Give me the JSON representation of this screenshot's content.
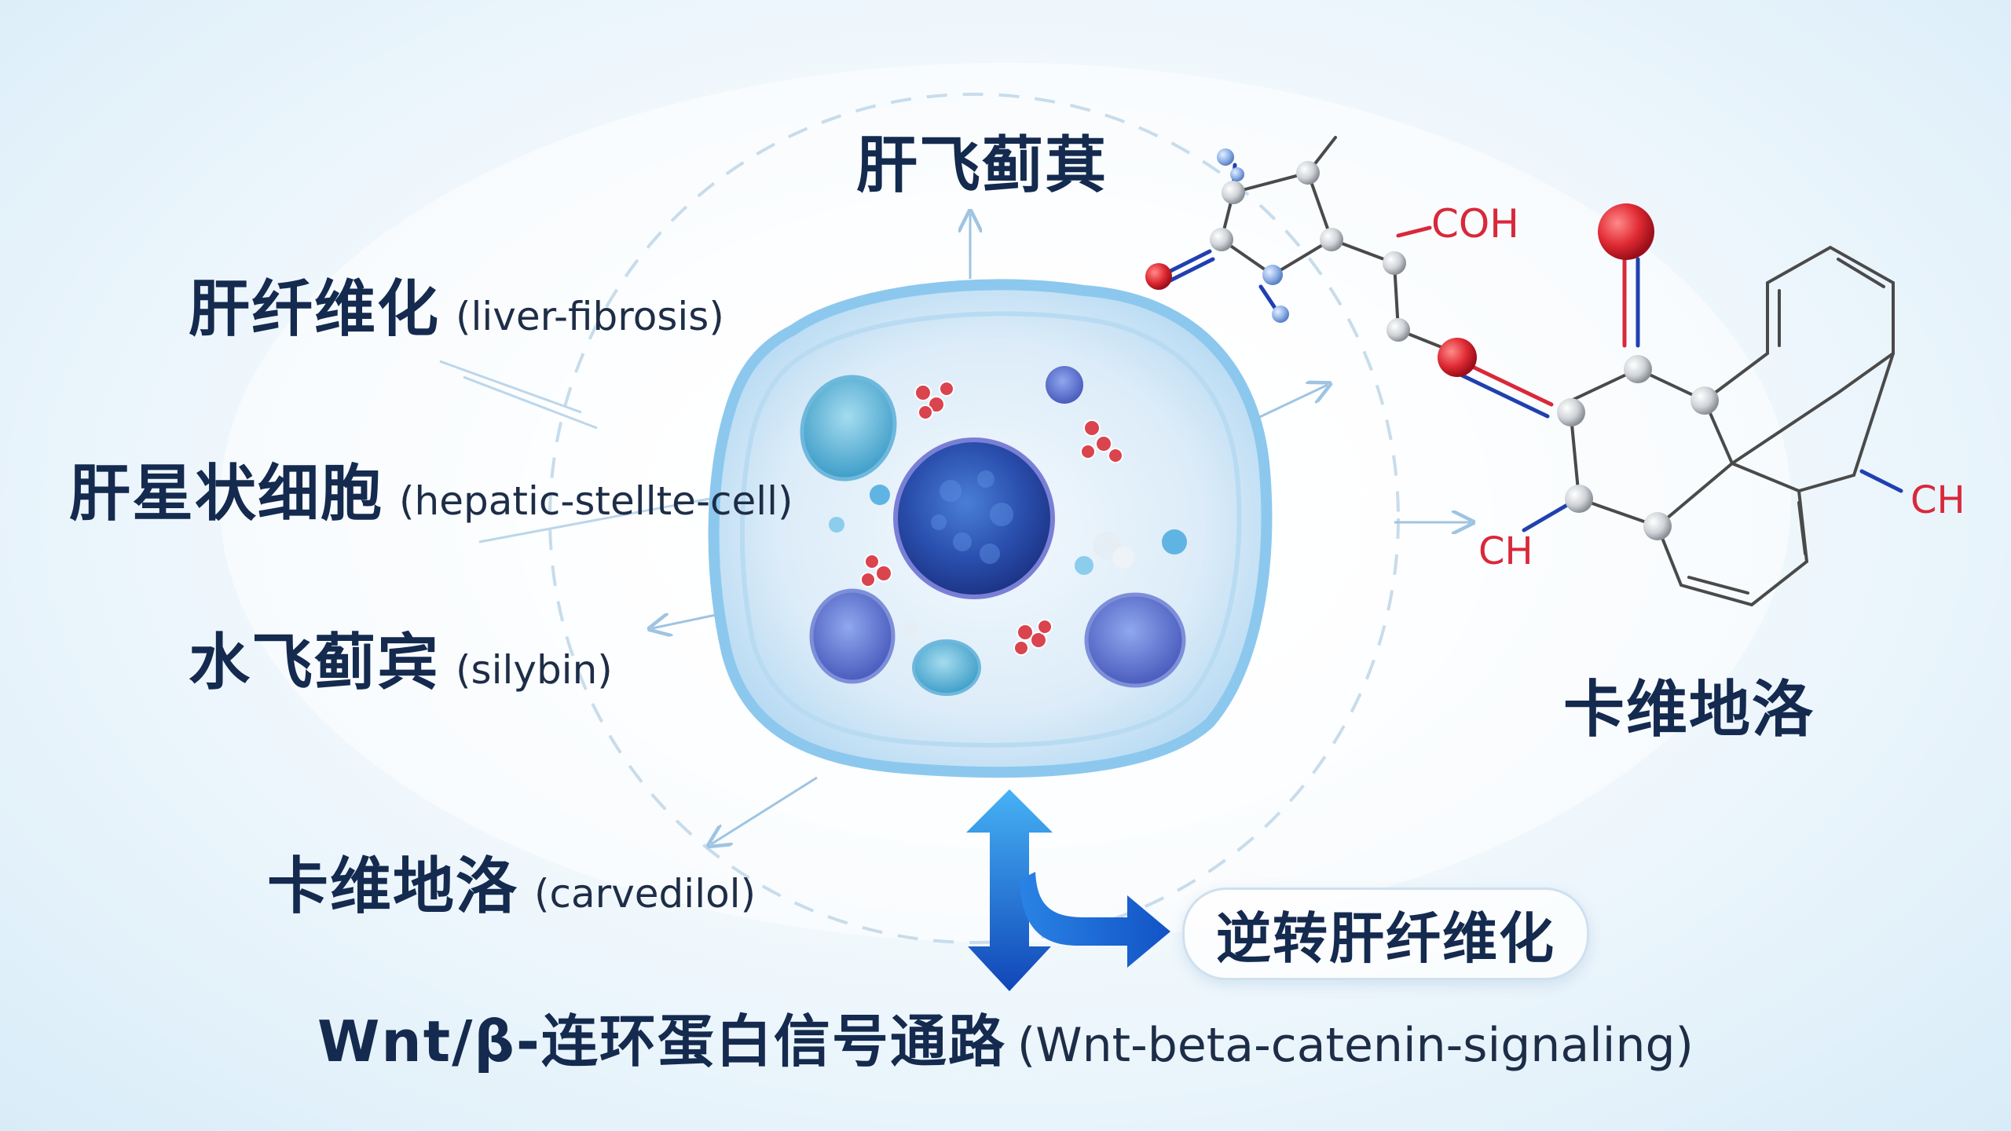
{
  "labels": {
    "top_drug_zh": "肝飞蓟萁",
    "liver_fibrosis_zh": "肝纤维化",
    "liver_fibrosis_en": "(liver-fibrosis)",
    "hsc_zh": "肝星状细胞",
    "hsc_en": "(hepatic-stellte-cell)",
    "silybin_zh": "水飞蓟宾",
    "silybin_en": "(silybin)",
    "carvedilol_left_zh": "卡维地洛",
    "carvedilol_left_en": "(carvedilol)",
    "carvedilol_right_zh": "卡维地洛",
    "reverse_fibrosis_zh": "逆转肝纤维化",
    "pathway_zh": "Wnt/β-连环蛋白信号通路",
    "pathway_en": "(Wnt-beta-catenin-signaling)"
  },
  "molecule": {
    "atom_labels": [
      "COH",
      "CH",
      "CH"
    ]
  },
  "colors": {
    "text_dark": "#142a4e",
    "cell_membrane": "#8cc8ee",
    "nucleus": "#2f4fa8",
    "arrow_blue": "#1667d8",
    "oxygen_red": "#d9283a",
    "nitrogen_blue": "#8fb3e8"
  }
}
